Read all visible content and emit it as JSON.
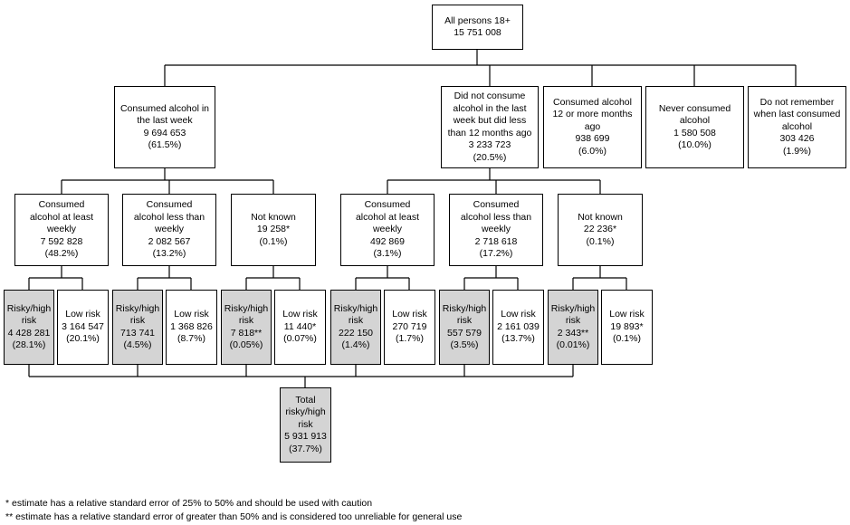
{
  "root": {
    "lines": [
      "All persons 18+",
      "15 751 008"
    ]
  },
  "level1": [
    {
      "lines": [
        "Consumed alcohol in",
        "the last week",
        "9 694 653",
        "(61.5%)"
      ]
    },
    {
      "lines": [
        "Did not consume",
        "alcohol in the last",
        "week but did less",
        "than 12 months ago",
        "3 233 723",
        "(20.5%)"
      ]
    },
    {
      "lines": [
        "Consumed alcohol",
        "12 or more months",
        "ago",
        "938 699",
        "(6.0%)"
      ]
    },
    {
      "lines": [
        "Never consumed",
        "alcohol",
        "1 580 508",
        "(10.0%)"
      ]
    },
    {
      "lines": [
        "Do not remember",
        "when last consumed",
        "alcohol",
        "303 426",
        "(1.9%)"
      ]
    }
  ],
  "level2": [
    {
      "lines": [
        "Consumed",
        "alcohol at least",
        "weekly",
        "7 592 828",
        "(48.2%)"
      ]
    },
    {
      "lines": [
        "Consumed",
        "alcohol less than",
        "weekly",
        "2 082 567",
        "(13.2%)"
      ]
    },
    {
      "lines": [
        "Not known",
        "19 258*",
        "(0.1%)"
      ]
    },
    {
      "lines": [
        "Consumed",
        "alcohol at least",
        "weekly",
        "492 869",
        "(3.1%)"
      ]
    },
    {
      "lines": [
        "Consumed",
        "alcohol less than",
        "weekly",
        "2 718 618",
        "(17.2%)"
      ]
    },
    {
      "lines": [
        "Not known",
        "22 236*",
        "(0.1%)"
      ]
    }
  ],
  "level3": [
    {
      "shaded": true,
      "lines": [
        "Risky/high",
        "risk",
        "4 428 281",
        "(28.1%)"
      ]
    },
    {
      "shaded": false,
      "lines": [
        "Low risk",
        "3 164 547",
        "(20.1%)"
      ]
    },
    {
      "shaded": true,
      "lines": [
        "Risky/high",
        "risk",
        "713 741",
        "(4.5%)"
      ]
    },
    {
      "shaded": false,
      "lines": [
        "Low risk",
        "1 368 826",
        "(8.7%)"
      ]
    },
    {
      "shaded": true,
      "lines": [
        "Risky/high",
        "risk",
        "7 818**",
        "(0.05%)"
      ]
    },
    {
      "shaded": false,
      "lines": [
        "Low risk",
        "11 440*",
        "(0.07%)"
      ]
    },
    {
      "shaded": true,
      "lines": [
        "Risky/high",
        "risk",
        "222 150",
        "(1.4%)"
      ]
    },
    {
      "shaded": false,
      "lines": [
        "Low risk",
        "270 719",
        "(1.7%)"
      ]
    },
    {
      "shaded": true,
      "lines": [
        "Risky/high",
        "risk",
        "557 579",
        "(3.5%)"
      ]
    },
    {
      "shaded": false,
      "lines": [
        "Low risk",
        "2 161 039",
        "(13.7%)"
      ]
    },
    {
      "shaded": true,
      "lines": [
        "Risky/high",
        "risk",
        "2 343**",
        "(0.01%)"
      ]
    },
    {
      "shaded": false,
      "lines": [
        "Low risk",
        "19 893*",
        "(0.1%)"
      ]
    }
  ],
  "total": {
    "shaded": true,
    "lines": [
      "Total",
      "risky/high",
      "risk",
      "5 931 913",
      "(37.7%)"
    ]
  },
  "footnotes": [
    "* estimate has a relative standard error of 25% to 50% and should be used with caution",
    "** estimate has a relative standard error of greater than 50% and is considered too unreliable for general use"
  ]
}
